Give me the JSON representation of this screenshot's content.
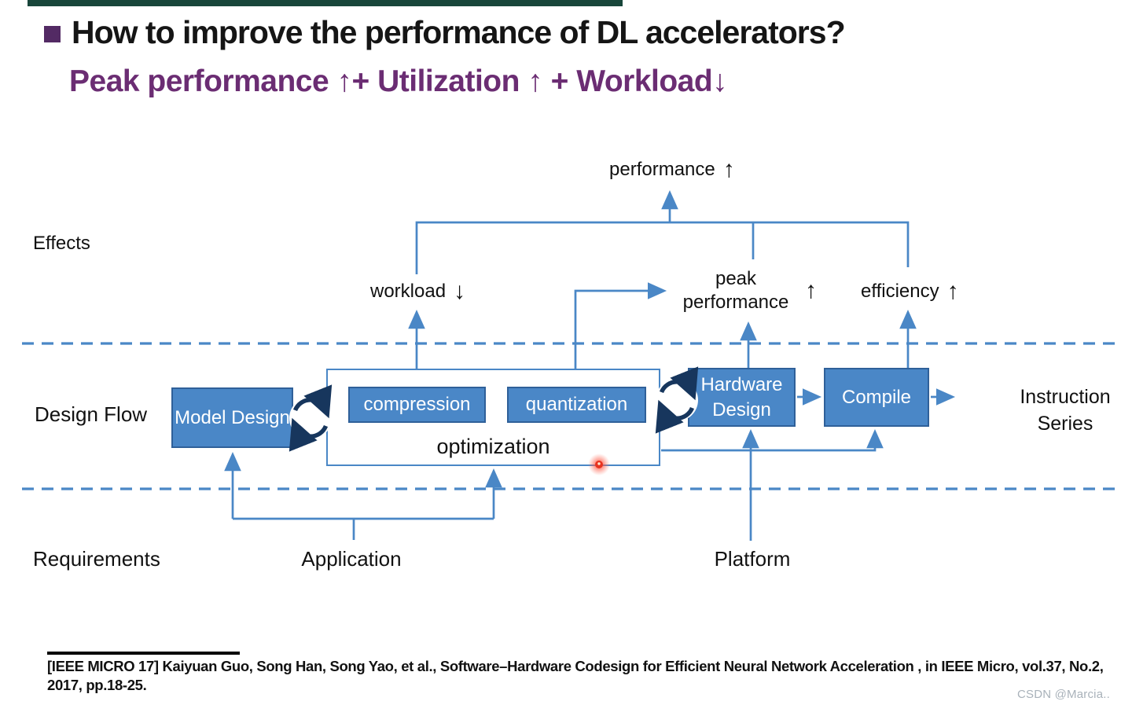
{
  "slide": {
    "title": "How to improve the performance of DL accelerators?",
    "subtitle": "Peak performance ↑+ Utilization ↑ + Workload↓",
    "accent_purple": "#6b2d73",
    "bullet_color": "#532a64",
    "top_bar_color": "#18463a"
  },
  "diagram": {
    "row_labels": {
      "effects": "Effects",
      "design_flow": "Design Flow",
      "requirements": "Requirements"
    },
    "effects": {
      "performance": {
        "text": "performance",
        "arrow": "↑"
      },
      "workload": {
        "text": "workload",
        "arrow": "↓"
      },
      "peak_performance": {
        "text": "peak performance",
        "arrow": "↑"
      },
      "efficiency": {
        "text": "efficiency",
        "arrow": "↑"
      }
    },
    "nodes": {
      "model_design": "Model Design",
      "compression": "compression",
      "quantization": "quantization",
      "optimization": "optimization",
      "hardware_design": "Hardware Design",
      "compile": "Compile"
    },
    "outputs": {
      "instruction_series": "Instruction Series"
    },
    "inputs": {
      "application": "Application",
      "platform": "Platform"
    },
    "colors": {
      "line_blue": "#4a87c6",
      "box_fill": "#4a87c7",
      "box_border": "#2f6099",
      "cycle_icon_navy": "#17365d",
      "laser_dot_red": "#e8321f"
    }
  },
  "footer": {
    "citation_line1": "[IEEE MICRO 17] Kaiyuan Guo, Song Han, Song Yao, et al.,  Software–Hardware Codesign for Efficient Neural Network Acceleration , in IEEE Micro, vol.37, No.2,",
    "citation_line2": "2017, pp.18-25.",
    "watermark": "CSDN @Marcia.."
  }
}
